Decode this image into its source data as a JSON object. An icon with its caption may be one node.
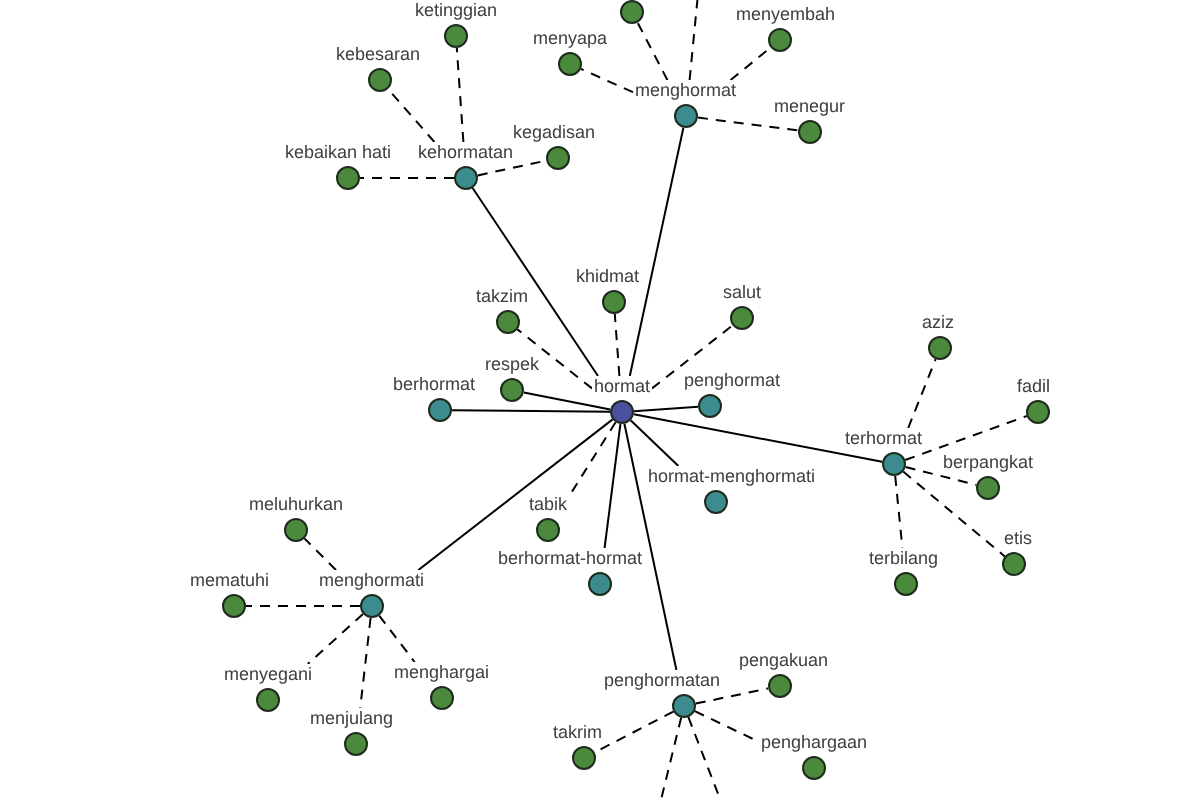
{
  "diagram": {
    "nodes": [
      {
        "text": [
          "hormat"
        ]
      },
      {
        "text": [
          "kehormatan"
        ]
      },
      {
        "text": [
          "menghormat"
        ]
      },
      {
        "text": [
          "berhormat"
        ]
      },
      {
        "text": [
          "penghormat"
        ]
      },
      {
        "text": [
          "hormat-menghormati"
        ]
      },
      {
        "text": [
          "berhormat-hormat"
        ]
      },
      {
        "text": [
          "terhormat"
        ]
      },
      {
        "text": [
          "menghormati"
        ]
      },
      {
        "text": [
          "penghormatan"
        ]
      },
      {
        "text": [
          "respek"
        ]
      },
      {
        "text": [
          "khidmat"
        ]
      },
      {
        "text": [
          "takzim"
        ]
      },
      {
        "text": [
          "salut"
        ]
      },
      {
        "text": [
          "tabik"
        ]
      },
      {
        "text": [
          "ketinggian"
        ]
      },
      {
        "text": [
          "kebesaran"
        ]
      },
      {
        "text": [
          "kebaikan hati"
        ]
      },
      {
        "text": [
          "kegadisan"
        ]
      },
      {
        "text": [],
        "shape": "circle"
      },
      {
        "text": [
          "menyapa"
        ]
      },
      {
        "text": [
          "menyembah"
        ]
      },
      {
        "text": [
          "menegur"
        ]
      },
      {
        "text": [
          "aziz"
        ]
      },
      {
        "text": [
          "fadil"
        ]
      },
      {
        "text": [
          "berpangkat"
        ]
      },
      {
        "text": [
          "etis"
        ]
      },
      {
        "text": [
          "terbilang"
        ]
      },
      {
        "text": [
          "meluhurkan"
        ]
      },
      {
        "text": [
          "mematuhi"
        ]
      },
      {
        "text": [
          "menyegani"
        ]
      },
      {
        "text": [
          "menjulang"
        ]
      },
      {
        "text": [
          "menghargai"
        ]
      },
      {
        "text": [
          "pengakuan"
        ]
      },
      {
        "text": [
          "takrim"
        ]
      },
      {
        "text": [
          "penghargaan"
        ]
      }
    ],
    "edges": [
      {
        "from": 0,
        "to": 1,
        "arrow": "none"
      },
      {
        "from": 0,
        "to": 2,
        "arrow": "none"
      },
      {
        "from": 0,
        "to": 3,
        "arrow": "none"
      },
      {
        "from": 0,
        "to": 4,
        "arrow": "none"
      },
      {
        "from": 0,
        "to": 5,
        "arrow": "none"
      },
      {
        "from": 0,
        "to": 6,
        "arrow": "none"
      },
      {
        "from": 0,
        "to": 7,
        "arrow": "none"
      },
      {
        "from": 0,
        "to": 8,
        "arrow": "none"
      },
      {
        "from": 0,
        "to": 9,
        "arrow": "none"
      },
      {
        "from": 0,
        "to": 10,
        "arrow": "none"
      },
      {
        "from": 0,
        "to": 11,
        "arrow": "none",
        "style": "dashed"
      },
      {
        "from": 0,
        "to": 12,
        "arrow": "none",
        "style": "dashed"
      },
      {
        "from": 0,
        "to": 13,
        "arrow": "none",
        "style": "dashed"
      },
      {
        "from": 0,
        "to": 14,
        "arrow": "none",
        "style": "dashed"
      },
      {
        "from": 1,
        "to": 15,
        "arrow": "none",
        "style": "dashed"
      },
      {
        "from": 1,
        "to": 16,
        "arrow": "none",
        "style": "dashed"
      },
      {
        "from": 1,
        "to": 17,
        "arrow": "none",
        "style": "dashed"
      },
      {
        "from": 1,
        "to": 18,
        "arrow": "none",
        "style": "dashed"
      },
      {
        "from": 2,
        "to": 19,
        "arrow": "none",
        "style": "dashed"
      },
      {
        "from": 2,
        "to": 20,
        "arrow": "none",
        "style": "dashed"
      },
      {
        "from": 2,
        "to": 21,
        "arrow": "none",
        "style": "dashed"
      },
      {
        "from": 2,
        "to": 22,
        "arrow": "none",
        "style": "dashed"
      },
      {
        "from": 2,
        "to": null,
        "arrow": "none",
        "style": "dashed"
      },
      {
        "from": 7,
        "to": 23,
        "arrow": "none",
        "style": "dashed"
      },
      {
        "from": 7,
        "to": 24,
        "arrow": "none",
        "style": "dashed"
      },
      {
        "from": 7,
        "to": 25,
        "arrow": "none",
        "style": "dashed"
      },
      {
        "from": 7,
        "to": 26,
        "arrow": "none",
        "style": "dashed"
      },
      {
        "from": 7,
        "to": 27,
        "arrow": "none",
        "style": "dashed"
      },
      {
        "from": 8,
        "to": 28,
        "arrow": "none",
        "style": "dashed"
      },
      {
        "from": 8,
        "to": 29,
        "arrow": "none",
        "style": "dashed"
      },
      {
        "from": 8,
        "to": 30,
        "arrow": "none",
        "style": "dashed"
      },
      {
        "from": 8,
        "to": 31,
        "arrow": "none",
        "style": "dashed"
      },
      {
        "from": 8,
        "to": 32,
        "arrow": "none",
        "style": "dashed"
      },
      {
        "from": 9,
        "to": 33,
        "arrow": "none",
        "style": "dashed"
      },
      {
        "from": 9,
        "to": 34,
        "arrow": "none",
        "style": "dashed"
      },
      {
        "from": 9,
        "to": 35,
        "arrow": "none",
        "style": "dashed"
      },
      {
        "from": 9,
        "to": null,
        "arrow": "none",
        "style": "dashed"
      },
      {
        "from": 9,
        "to": null,
        "arrow": "none",
        "style": "dashed"
      }
    ]
  }
}
